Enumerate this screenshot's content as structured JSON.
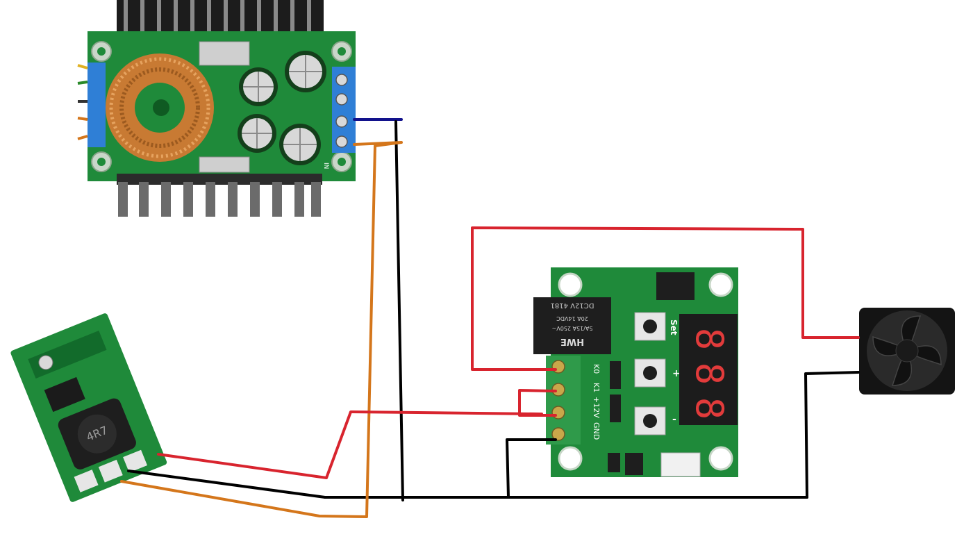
{
  "colors": {
    "wire_red": "#d8242e",
    "wire_black": "#000000",
    "wire_orange": "#d4761b",
    "wire_blue": "#12128c",
    "pcb_green": "#1f8a3a",
    "pcb_dark": "#126b2b",
    "heatsink": "#2b2b2b",
    "terminal_blue": "#2f7fd6",
    "terminal_green": "#2f9a4a",
    "display_red": "#e23b3b",
    "fan_body": "#141414"
  },
  "buck_converter": {
    "terminal_label": "IN"
  },
  "mini_buck": {
    "inductor_marking": "4R7"
  },
  "thermostat": {
    "relay_brand": "HWE",
    "relay_lines": [
      "DC12V 4181",
      "20A 14VDC",
      "5A/15A 250V~"
    ],
    "terminal_labels": [
      "K0",
      "K1",
      "+12V",
      "GND"
    ],
    "set_label": "Set",
    "plus_label": "+",
    "minus_label": "-",
    "display_digits": [
      "8",
      "8",
      "8"
    ]
  },
  "fan": {}
}
